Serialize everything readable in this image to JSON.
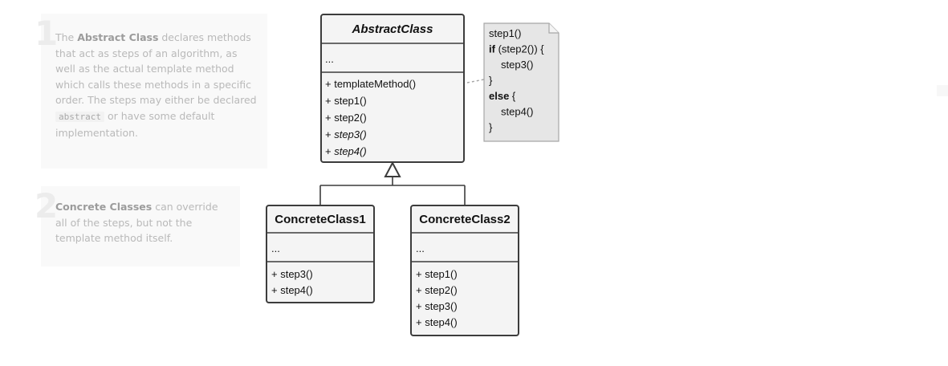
{
  "notes": [
    {
      "number": "1",
      "parts": [
        {
          "text": "The ",
          "bold": false
        },
        {
          "text": "Abstract Class",
          "bold": true
        },
        {
          "text": " declares methods that act as steps of an algorithm, as well as the actual template method which calls these methods in a specific order. The steps may either be declared ",
          "bold": false
        },
        {
          "text": "abstract",
          "code": true
        },
        {
          "text": " or have some default implementation.",
          "bold": false
        }
      ]
    },
    {
      "number": "2",
      "parts": [
        {
          "text": "Concrete Classes",
          "bold": true
        },
        {
          "text": " can override all of the steps, but not the template method itself.",
          "bold": false
        }
      ]
    }
  ],
  "diagram": {
    "abstract_class": {
      "name": "AbstractClass",
      "fields": "...",
      "methods": [
        {
          "text": "+ templateMethod()",
          "italic": false
        },
        {
          "text": "+ step1()",
          "italic": false
        },
        {
          "text": "+ step2()",
          "italic": false
        },
        {
          "text": "+ ",
          "italic_tail": "step3()"
        },
        {
          "text": "+ ",
          "italic_tail": "step4()"
        }
      ]
    },
    "note_lines": [
      {
        "bold": "",
        "text": "step1()",
        "indent": 0
      },
      {
        "bold": "if",
        "text": " (step2()) {",
        "indent": 0
      },
      {
        "bold": "",
        "text": "step3()",
        "indent": 1
      },
      {
        "bold": "",
        "text": "}",
        "indent": 0
      },
      {
        "bold": "else",
        "text": " {",
        "indent": 0
      },
      {
        "bold": "",
        "text": "step4()",
        "indent": 1
      },
      {
        "bold": "",
        "text": "}",
        "indent": 0
      }
    ],
    "concrete_class_1": {
      "name": "ConcreteClass1",
      "fields": "...",
      "methods": [
        "+ step3()",
        "+ step4()"
      ]
    },
    "concrete_class_2": {
      "name": "ConcreteClass2",
      "fields": "...",
      "methods": [
        "+ step1()",
        "+ step2()",
        "+ step3()",
        "+ step4()"
      ]
    }
  },
  "colors": {
    "box_fill": "#f4f4f4",
    "box_stroke": "#3c3c3c",
    "note_fill": "#e6e6e6",
    "note_stroke": "#a6a6a6"
  }
}
